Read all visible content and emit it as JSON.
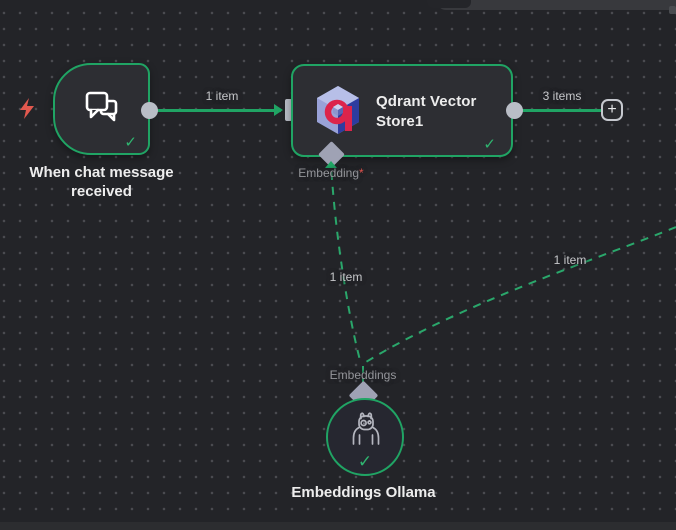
{
  "colors": {
    "canvas_bg": "#232428",
    "accent_green": "#20a464",
    "dashed_green": "#2aa76b",
    "check_green": "#2fb570",
    "connector_gray": "#b9bdc6",
    "diamond_gray": "#9fa2b4",
    "bolt_red": "#e2584e",
    "asterisk_red": "#e0524d"
  },
  "icons": {
    "check": "✓",
    "plus": "+"
  },
  "nodes": {
    "chat_trigger": {
      "caption_line1": "When chat message",
      "caption_line2": "received"
    },
    "qdrant": {
      "title_line1": "Qdrant Vector",
      "title_line2": "Store1",
      "port_label": "Embedding",
      "port_required_mark": "*"
    },
    "ollama": {
      "caption": "Embeddings Ollama",
      "port_label": "Embeddings"
    }
  },
  "connections": {
    "trigger_to_qdrant": {
      "label": "1 item"
    },
    "qdrant_to_next": {
      "label": "3 items"
    },
    "ollama_to_qdrant": {
      "label": "1 item"
    },
    "offscreen_to_ollama": {
      "label": "1 item"
    }
  }
}
